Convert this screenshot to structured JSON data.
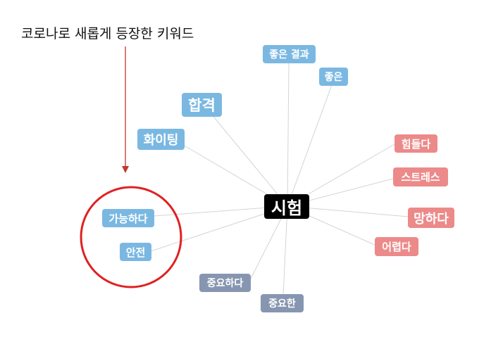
{
  "annotation": "코로나로 새롭게 등장한 키워드",
  "center": "시험",
  "nodes": {
    "good_result": "좋은 결과",
    "good": "좋은",
    "pass": "합격",
    "fighting": "화이팅",
    "hard": "힘들다",
    "stress": "스트레스",
    "ruined": "망하다",
    "difficult": "어렵다",
    "possible": "가능하다",
    "safe": "안전",
    "important": "중요하다",
    "important2": "중요한"
  },
  "colors": {
    "blue": "#7ab8e2",
    "red": "#ec8a89",
    "gray": "#8796b0",
    "center": "#000000",
    "highlight_circle": "#e02020",
    "arrow": "#c0392b",
    "edges": "#d4d4d4"
  }
}
